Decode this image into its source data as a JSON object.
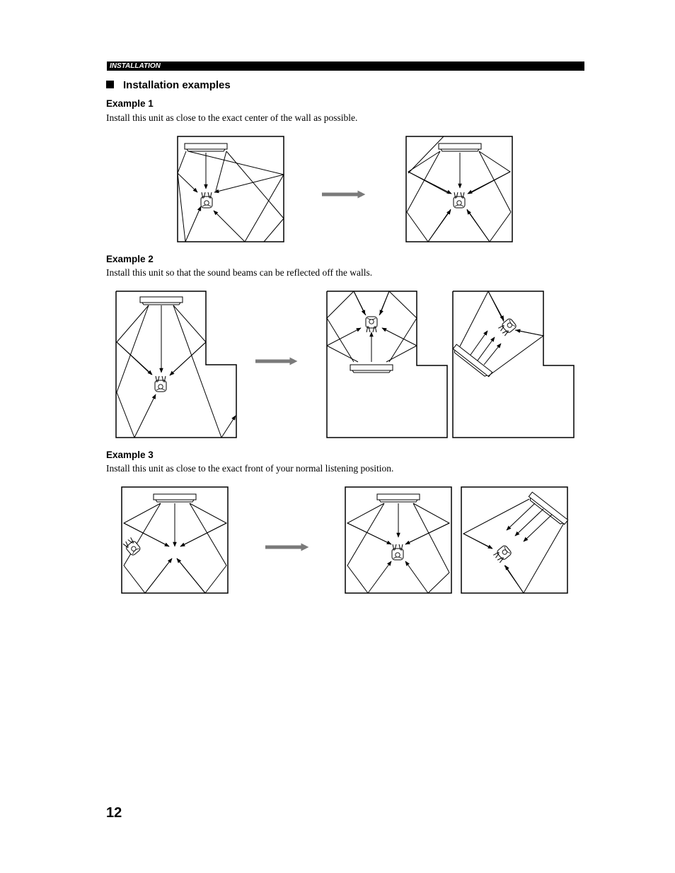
{
  "section_header": "INSTALLATION",
  "heading": "Installation examples",
  "examples": [
    {
      "title": "Example 1",
      "text": "Install this unit as close to the exact center of the wall as possible."
    },
    {
      "title": "Example 2",
      "text": "Install this unit so that the sound beams can be reflected off the walls."
    },
    {
      "title": "Example 3",
      "text": "Install this unit as close to the exact front of your normal listening position."
    }
  ],
  "page_number": "12",
  "colors": {
    "text": "#000000",
    "arrow": "#7a7a7a",
    "bar": "#000000"
  }
}
